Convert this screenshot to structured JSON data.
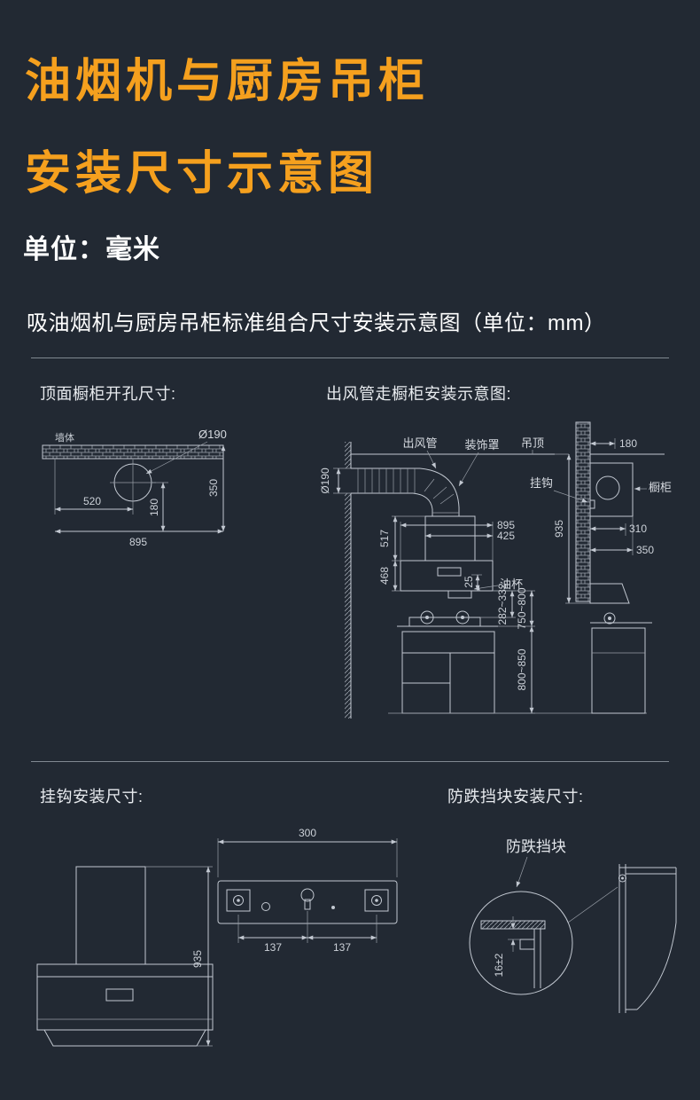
{
  "header": {
    "title_line1": "油烟机与厨房吊柜",
    "title_line2": "安装尺寸示意图",
    "unit": "单位：毫米",
    "subtitle": "吸油烟机与厨房吊柜标准组合尺寸安装示意图（单位：mm）"
  },
  "sections": {
    "top_hole": {
      "heading": "顶面橱柜开孔尺寸:",
      "wall": "墙体",
      "diameter": "Ø190",
      "dim_520": "520",
      "dim_180": "180",
      "dim_350": "350",
      "dim_895": "895"
    },
    "duct": {
      "heading": "出风管走橱柜安装示意图:",
      "duct_label": "出风管",
      "cover_label": "装饰罩",
      "ceiling_label": "吊顶",
      "hook_label": "挂钩",
      "cabinet_label": "橱柜",
      "oilcup_label": "油杯",
      "diameter": "Ø190",
      "dim_895": "895",
      "dim_425": "425",
      "dim_517": "517",
      "dim_468": "468",
      "dim_25": "25",
      "dim_282_332": "282~332",
      "dim_750_800": "750~800",
      "dim_800_850": "800~850",
      "dim_935": "935",
      "dim_180": "180",
      "dim_310": "310",
      "dim_350": "350"
    },
    "hook": {
      "heading": "挂钩安装尺寸:",
      "dim_300": "300",
      "dim_137_left": "137",
      "dim_137_right": "137",
      "dim_935": "935"
    },
    "block": {
      "heading": "防跌挡块安装尺寸:",
      "block_label": "防跌挡块",
      "dim_16": "16±2"
    }
  },
  "colors": {
    "background": "#222933",
    "title_orange": "#F5A01E",
    "text_white": "#FFFFFF",
    "drawing_line": "#C2C8D1"
  }
}
